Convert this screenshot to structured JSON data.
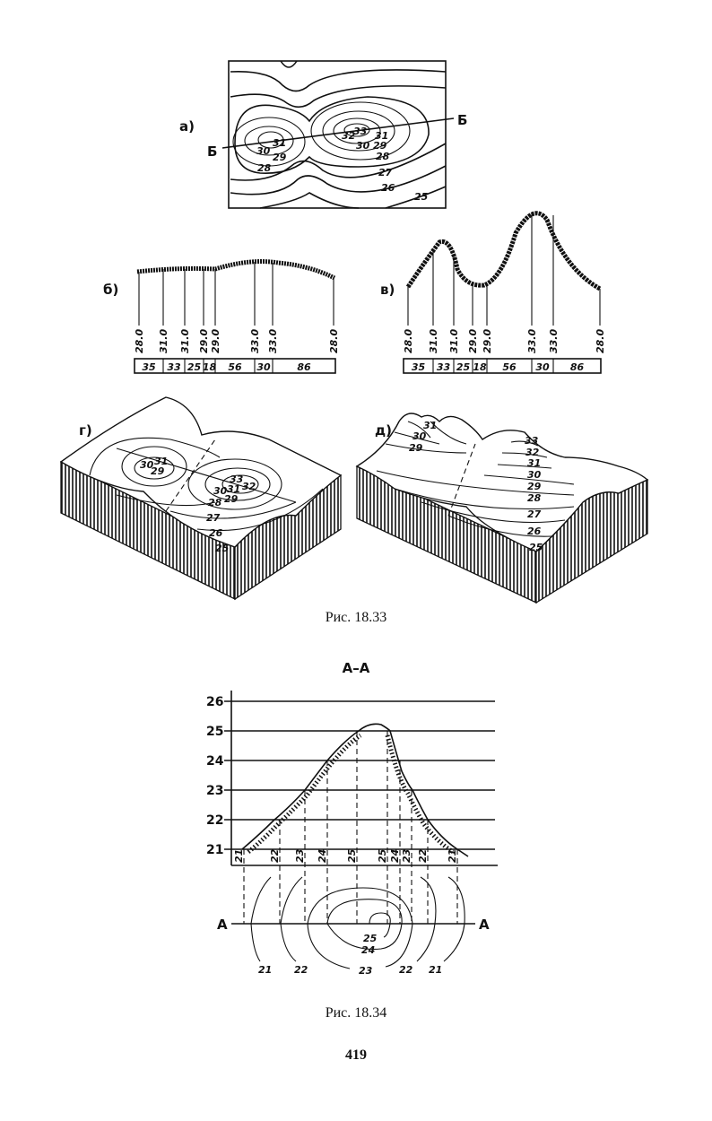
{
  "figure_18_33": {
    "panel_a": {
      "label": "а)",
      "section_left": "Б",
      "section_right": "Б",
      "contours": [
        "25",
        "26",
        "27",
        "28",
        "29",
        "30",
        "31",
        "32",
        "33",
        "28",
        "29",
        "30",
        "31"
      ]
    },
    "panel_b": {
      "label": "б)",
      "elevations": [
        "28.0",
        "31.0",
        "31.0",
        "29.0",
        "29.0",
        "33.0",
        "33.0",
        "28.0"
      ],
      "distances": [
        "35",
        "33",
        "25",
        "18",
        "56",
        "30",
        "86"
      ]
    },
    "panel_v": {
      "label": "в)",
      "elevations": [
        "28.0",
        "31.0",
        "31.0",
        "29.0",
        "29.0",
        "33.0",
        "33.0",
        "28.0"
      ],
      "distances": [
        "35",
        "33",
        "25",
        "18",
        "56",
        "30",
        "86"
      ]
    },
    "panel_g": {
      "label": "г)",
      "contours": [
        "31",
        "30",
        "29",
        "33",
        "32",
        "30",
        "31",
        "29",
        "28",
        "27",
        "26",
        "25"
      ]
    },
    "panel_d": {
      "label": "д)",
      "contours": [
        "31",
        "30",
        "29",
        "33",
        "32",
        "31",
        "30",
        "29",
        "28",
        "27",
        "26",
        "25"
      ]
    },
    "caption": "Рис. 18.33"
  },
  "figure_18_34": {
    "section_title": "А–А",
    "y_ticks": [
      "26",
      "25",
      "24",
      "23",
      "22",
      "21"
    ],
    "strip_labels": [
      "21",
      "22",
      "23",
      "24",
      "25",
      "25",
      "24",
      "23",
      "22",
      "21"
    ],
    "section_left": "А",
    "section_right": "А",
    "contour_labels": [
      "21",
      "22",
      "23",
      "24",
      "25",
      "22",
      "21"
    ],
    "caption": "Рис. 18.34"
  },
  "page_number": "419"
}
